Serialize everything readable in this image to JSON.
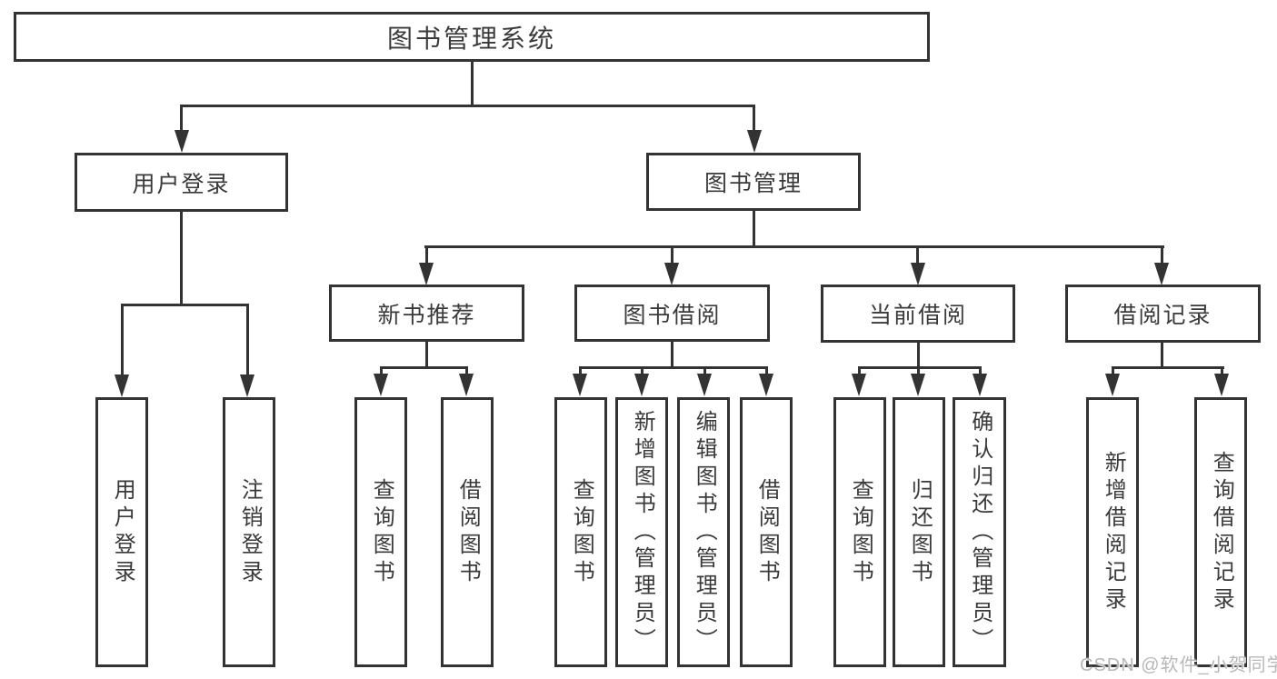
{
  "diagram_title": "图书管理系统",
  "nodes": {
    "root": "图书管理系统",
    "user_login": "用户登录",
    "book_mgmt": "图书管理",
    "new_books": "新书推荐",
    "book_borrow": "图书借阅",
    "current_borrow": "当前借阅",
    "borrow_records": "借阅记录",
    "ul_login": "用户登录",
    "ul_logout": "注销登录",
    "nb_query": "查询图书",
    "nb_borrow": "借阅图书",
    "bb_query": "查询图书",
    "bb_add": "新增图书（管理员）",
    "bb_edit": "编辑图书（管理员）",
    "bb_borrow": "借阅图书",
    "cb_query": "查询图书",
    "cb_return": "归还图书",
    "cb_confirm": "确认归还（管理员）",
    "br_add": "新增借阅记录",
    "br_query": "查询借阅记录"
  },
  "hierarchy": {
    "图书管理系统": [
      "用户登录",
      "图书管理"
    ],
    "用户登录": [
      "用户登录",
      "注销登录"
    ],
    "图书管理": [
      "新书推荐",
      "图书借阅",
      "当前借阅",
      "借阅记录"
    ],
    "新书推荐": [
      "查询图书",
      "借阅图书"
    ],
    "图书借阅": [
      "查询图书",
      "新增图书（管理员）",
      "编辑图书（管理员）",
      "借阅图书"
    ],
    "当前借阅": [
      "查询图书",
      "归还图书",
      "确认归还（管理员）"
    ],
    "借阅记录": [
      "新增借阅记录",
      "查询借阅记录"
    ]
  },
  "watermark": "CSDN @软件_小贺同学",
  "colors": {
    "line": "#333333",
    "text": "#3a3a3a",
    "watermark": "#b8b8b8",
    "background": "#ffffff"
  }
}
